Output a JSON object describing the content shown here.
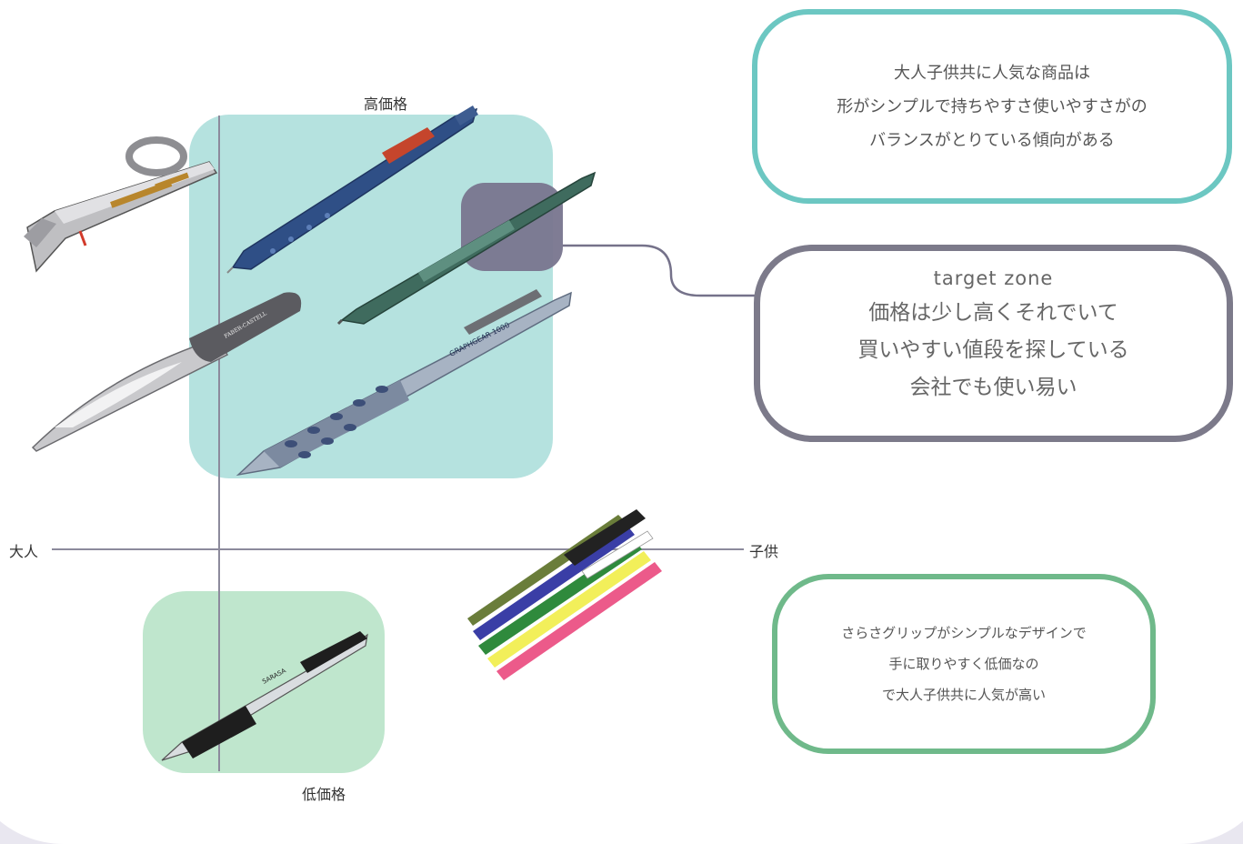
{
  "axes": {
    "top": "高価格",
    "bottom": "低価格",
    "left": "大人",
    "right": "子供"
  },
  "boxes": {
    "popular": {
      "lines": [
        "大人子供共に人気な商品は",
        "形がシンプルで持ちやすさ使いやすさがの",
        "バランスがとりている傾向がある"
      ],
      "border_color": "#6cc7c2"
    },
    "target": {
      "title": "target zone",
      "lines": [
        "価格は少し高くそれでいて",
        "買いやすい値段を探している",
        "会社でも使い易い"
      ],
      "border_color": "#7c7a8a"
    },
    "sarasa": {
      "lines": [
        "さらさグリップがシンプルなデザインで",
        "手に取りやすく低価なの",
        "で大人子供共に人気が高い"
      ],
      "border_color": "#6fb98a"
    }
  },
  "zones": {
    "high_price_color": "#b5e2df",
    "low_price_color": "#bfe6cd",
    "target_marker_color": "#7a7790"
  },
  "pens": [
    {
      "name": "ring-pen-image"
    },
    {
      "name": "faber-castell-pen-image",
      "brand_text": "FABER-CASTELL"
    },
    {
      "name": "blue-mechanical-pencil-image"
    },
    {
      "name": "rotring-pencil-image"
    },
    {
      "name": "graphgear-pencil-image",
      "brand_text": "GRAPHGEAR 1000"
    },
    {
      "name": "colorful-pens-image"
    },
    {
      "name": "sarasa-pen-image",
      "brand_text": "SARASA"
    }
  ]
}
